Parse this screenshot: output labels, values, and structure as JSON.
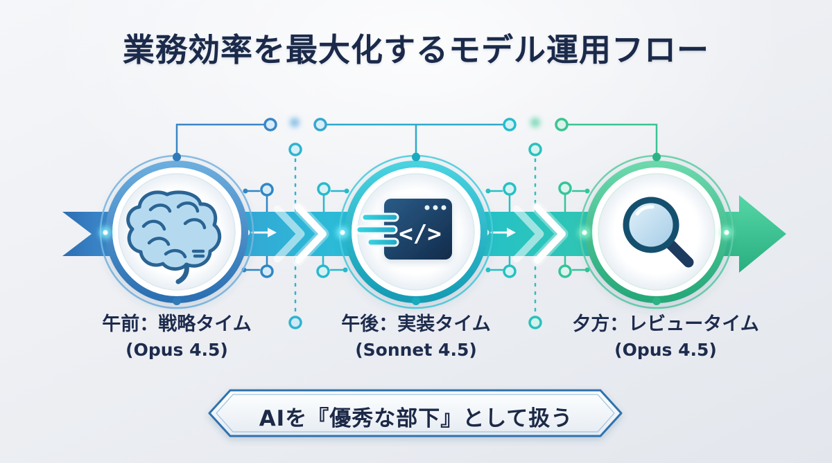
{
  "title": "業務効率を最大化するモデル運用フロー",
  "steps": [
    {
      "time_label": "午前：戦略タイム",
      "model": "(Opus 4.5)",
      "icon": "brain-icon",
      "accent": "#2f7ab8"
    },
    {
      "time_label": "午後：実装タイム",
      "model": "(Sonnet 4.5)",
      "icon": "code-window-icon",
      "icon_glyph": "</>",
      "accent": "#18aabe"
    },
    {
      "time_label": "夕方：レビュータイム",
      "model": "(Opus 4.5)",
      "icon": "magnifier-icon",
      "accent": "#2cb384"
    }
  ],
  "banner": {
    "text": "AIを『優秀な部下』として扱う"
  },
  "colors": {
    "title_text": "#1b2a4a",
    "flow_blue": "#3e8ed0",
    "flow_teal": "#27c2c4",
    "flow_green": "#3ecb98",
    "banner_border": "#2e72ad",
    "background": "#edeff3"
  }
}
